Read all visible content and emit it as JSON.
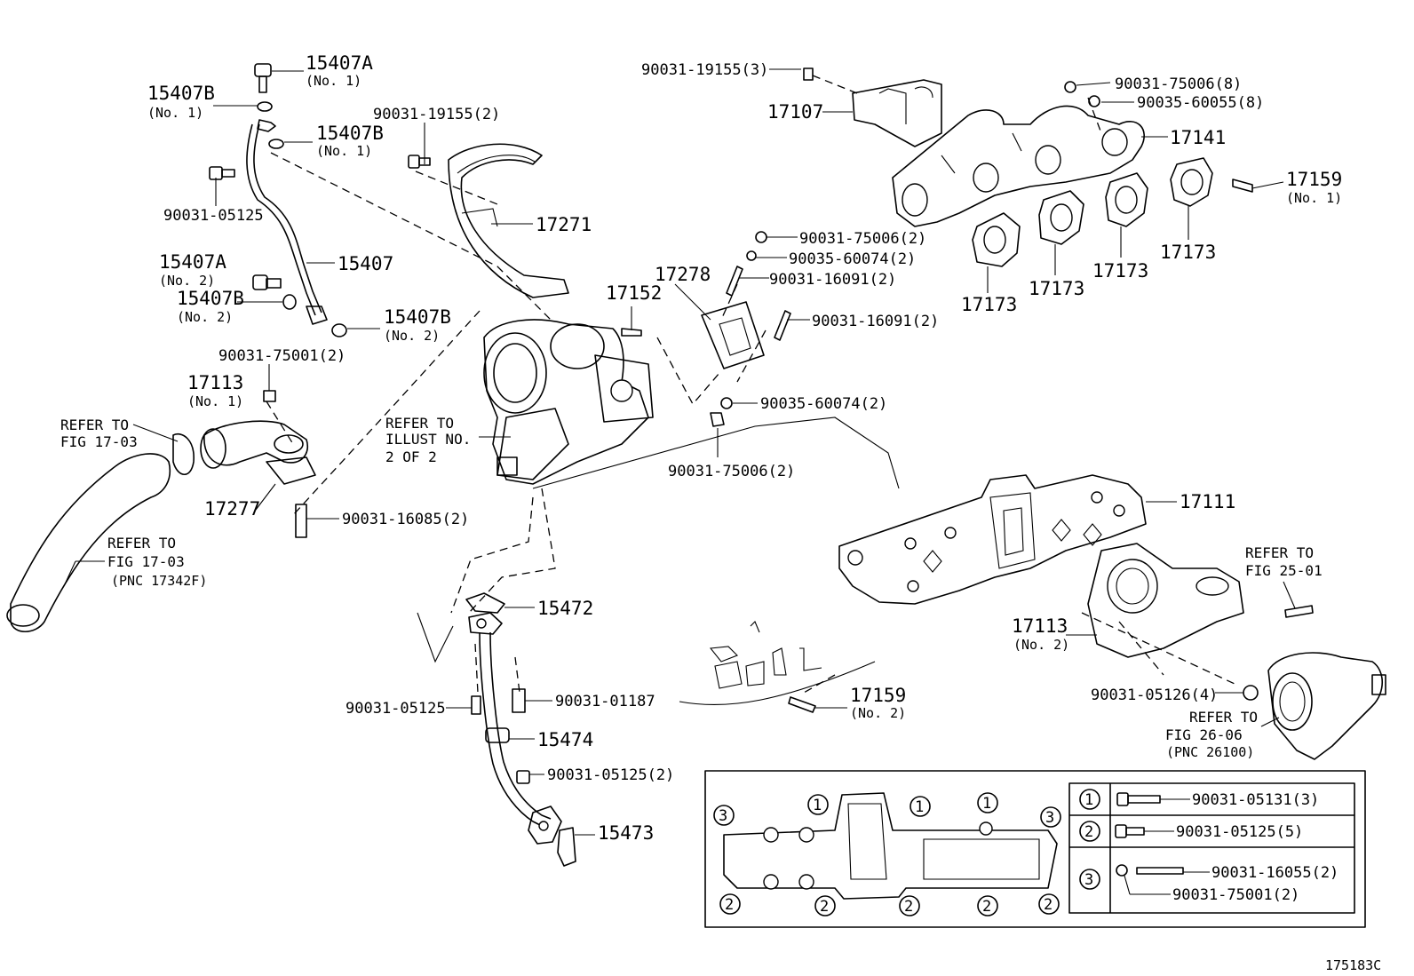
{
  "figure_id": "175183C",
  "labels": {
    "p15407A_1": "15407A",
    "p15407A_1_sub": "(No. 1)",
    "p15407B_1": "15407B",
    "p15407B_1_sub": "(No. 1)",
    "p15407B_1b": "15407B",
    "p15407B_1b_sub": "(No. 1)",
    "p90031_05125_a": "90031-05125",
    "p15407": "15407",
    "p15407A_2": "15407A",
    "p15407A_2_sub": "(No. 2)",
    "p15407B_2": "15407B",
    "p15407B_2_sub": "(No. 2)",
    "p15407B_2b": "15407B",
    "p15407B_2b_sub": "(No. 2)",
    "p90031_75001": "90031-75001(2)",
    "p17113_1": "17113",
    "p17113_1_sub": "(No. 1)",
    "ref_fig1703_a_1": "REFER TO",
    "ref_fig1703_a_2": "FIG 17-03",
    "p17277": "17277",
    "p90031_16085": "90031-16085(2)",
    "ref_fig1703_b_1": "REFER TO",
    "ref_fig1703_b_2": "FIG 17-03",
    "ref_fig1703_b_3": "(PNC 17342F)",
    "p90031_19155_a": "90031-19155(2)",
    "p17271": "17271",
    "ref_illust_1": "REFER TO",
    "ref_illust_2": "ILLUST NO.",
    "ref_illust_3": "2 OF 2",
    "p17152": "17152",
    "p90031_19155_b": "90031-19155(3)",
    "p17107": "17107",
    "p90031_75006_8": "90031-75006(8)",
    "p90035_60055_8": "90035-60055(8)",
    "p17141": "17141",
    "p17159_1": "17159",
    "p17159_1_sub": "(No. 1)",
    "p17173_a": "17173",
    "p17173_b": "17173",
    "p17173_c": "17173",
    "p17173_d": "17173",
    "p90031_75006_2a": "90031-75006(2)",
    "p90035_60074_2a": "90035-60074(2)",
    "p17278": "17278",
    "p90031_16091_a": "90031-16091(2)",
    "p90031_16091_b": "90031-16091(2)",
    "p90035_60074_2b": "90035-60074(2)",
    "p90031_75006_2b": "90031-75006(2)",
    "p17111": "17111",
    "ref_fig2501_1": "REFER TO",
    "ref_fig2501_2": "FIG 25-01",
    "p17113_2": "17113",
    "p17113_2_sub": "(No. 2)",
    "p90031_05126": "90031-05126(4)",
    "ref_fig2606_1": "REFER TO",
    "ref_fig2606_2": "FIG 26-06",
    "ref_fig2606_3": "(PNC 26100)",
    "p15472": "15472",
    "p90031_05125_b": "90031-05125",
    "p90031_01187": "90031-01187",
    "p15474": "15474",
    "p90031_05125_c": "90031-05125(2)",
    "p15473": "15473",
    "p17159_2": "17159",
    "p17159_2_sub": "(No. 2)"
  },
  "legend": {
    "callouts": {
      "c1": "1",
      "c2": "2",
      "c3": "3"
    },
    "items": [
      {
        "key": "1",
        "parts": [
          "90031-05131(3)"
        ]
      },
      {
        "key": "2",
        "parts": [
          "90031-05125(5)"
        ]
      },
      {
        "key": "3",
        "parts": [
          "90031-16055(2)",
          "90031-75001(2)"
        ]
      }
    ]
  }
}
